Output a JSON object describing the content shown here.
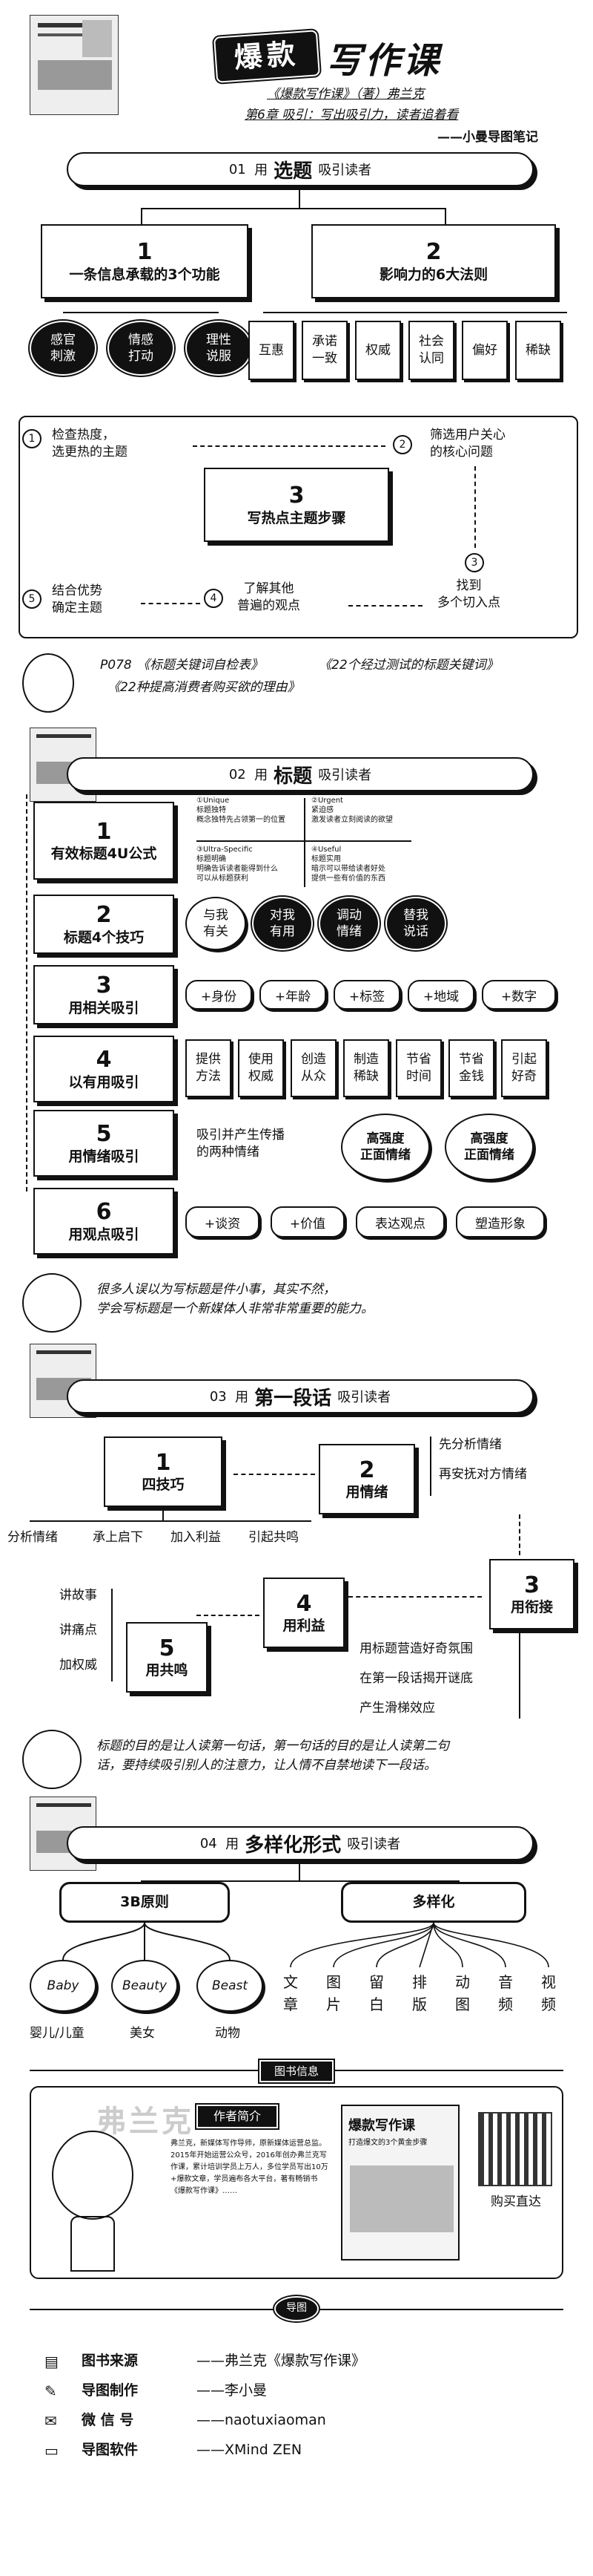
{
  "header": {
    "title_a": "爆款",
    "title_b": "写作课",
    "author_line": "《爆款写作课》（著）弗兰克",
    "chapter_line": "第6章 吸引：写出吸引力，读者追着看",
    "credit": "——小曼导图笔记"
  },
  "s1": {
    "no": "01",
    "pre": "用",
    "title": "选题",
    "post": "吸引读者",
    "n1": "1",
    "n1_label": "一条信息承载的3个功能",
    "n2": "2",
    "n2_label": "影响力的6大法则",
    "functions": [
      "感官\n刺激",
      "情感\n打动",
      "理性\n说服"
    ],
    "laws": [
      "互惠",
      "承诺\n一致",
      "权威",
      "社会\n认同",
      "偏好",
      "稀缺"
    ],
    "n3": "3",
    "n3_label": "写热点主题步骤",
    "steps": [
      {
        "n": "1",
        "text": "检查热度，\n选更热的主题"
      },
      {
        "n": "2",
        "text": "筛选用户关心\n的核心问题"
      },
      {
        "n": "3",
        "text": "找到\n多个切入点"
      },
      {
        "n": "4",
        "text": "了解其他\n普遍的观点"
      },
      {
        "n": "5",
        "text": "结合优势\n确定主题"
      }
    ]
  },
  "ref": {
    "p": "P078",
    "a": "《标题关键词自检表》",
    "b": "《22个经过测试的标题关键词》",
    "c": "《22种提高消费者购买欲的理由》"
  },
  "s2": {
    "no": "02",
    "pre": "用",
    "title": "标题",
    "post": "吸引读者",
    "rows": [
      {
        "n": "1",
        "label": "有效标题4U公式"
      },
      {
        "n": "2",
        "label": "标题4个技巧"
      },
      {
        "n": "3",
        "label": "用相关吸引"
      },
      {
        "n": "4",
        "label": "以有用吸引"
      },
      {
        "n": "5",
        "label": "用情绪吸引"
      },
      {
        "n": "6",
        "label": "用观点吸引"
      }
    ],
    "u4": {
      "q1": "①Unique\n标题独特\n概念独特先占领第一的位置",
      "q2": "②Urgent\n紧迫感\n激发读者立刻阅读的欲望",
      "q3": "③Ultra-Specific\n标题明确\n明确告诉读者能得到什么\n可以从标题获利",
      "q4": "④Useful\n标题实用\n暗示可以带给读者好处\n提供一些有价值的东西"
    },
    "tips": [
      "与我\n有关",
      "对我\n有用",
      "调动\n情绪",
      "替我\n说话"
    ],
    "related": [
      "+身份",
      "+年龄",
      "+标签",
      "+地域",
      "+数字"
    ],
    "useful": [
      "提供\n方法",
      "使用\n权威",
      "创造\n从众",
      "制造\n稀缺",
      "节省\n时间",
      "节省\n金钱",
      "引起\n好奇"
    ],
    "emo_text": "吸引并产生传播\n的两种情绪",
    "emo_a": "高强度\n正面情绪",
    "emo_b": "高强度\n正面情绪",
    "views": [
      "+谈资",
      "+价值",
      "表达观点",
      "塑造形象"
    ],
    "note": "很多人误以为写标题是件小事，其实不然，\n学会写标题是一个新媒体人非常非常重要的能力。"
  },
  "s3": {
    "no": "03",
    "pre": "用",
    "title": "第一段话",
    "post": "吸引读者",
    "b1": {
      "n": "1",
      "label": "四技巧"
    },
    "b1_items": [
      "分析情绪",
      "承上启下",
      "加入利益",
      "引起共鸣"
    ],
    "b2": {
      "n": "2",
      "label": "用情绪"
    },
    "b2_items": [
      "先分析情绪",
      "再安抚对方情绪"
    ],
    "b3": {
      "n": "3",
      "label": "用衔接"
    },
    "b3_items": [
      "用标题营造好奇氛围",
      "在第一段话揭开谜底",
      "产生滑梯效应"
    ],
    "b4": {
      "n": "4",
      "label": "用利益"
    },
    "b5": {
      "n": "5",
      "label": "用共鸣"
    },
    "b5_items": [
      "讲故事",
      "讲痛点",
      "加权威"
    ],
    "note": "标题的目的是让人读第一句话，第一句话的目的是让人读第二句\n话，要持续吸引别人的注意力，让人情不自禁地读下一段话。"
  },
  "s4": {
    "no": "04",
    "pre": "用",
    "title": "多样化形式",
    "post": "吸引读者",
    "left": "3B原则",
    "right": "多样化",
    "b3": [
      {
        "en": "Baby",
        "zh": "婴儿/儿童"
      },
      {
        "en": "Beauty",
        "zh": "美女"
      },
      {
        "en": "Beast",
        "zh": "动物"
      }
    ],
    "forms": [
      "文\n章",
      "图\n片",
      "留\n白",
      "排\n版",
      "动\n图",
      "音\n频",
      "视\n频"
    ]
  },
  "bookinfo": {
    "tag": "图书信息",
    "author_tag": "作者简介",
    "name": "弗兰克",
    "cover_title": "爆款写作课",
    "cover_sub": "打造爆文的3个黄金步骤",
    "buy": "购买直达",
    "bio": "弗兰克，新媒体写作导师，原新媒体运营总监。2015年开始运营公众号，2016年创办弗兰克写作课，累计培训学员上万人，多位学员写出10万+爆款文章，学员遍布各大平台，著有畅销书《爆款写作课》……"
  },
  "footer": {
    "tag": "导图",
    "rows": [
      {
        "k": "图书来源",
        "v": "——弗兰克《爆款写作课》"
      },
      {
        "k": "导图制作",
        "v": "——李小曼"
      },
      {
        "k": "微 信 号",
        "v": "——naotuxiaoman"
      },
      {
        "k": "导图软件",
        "v": "——XMind ZEN"
      }
    ]
  }
}
